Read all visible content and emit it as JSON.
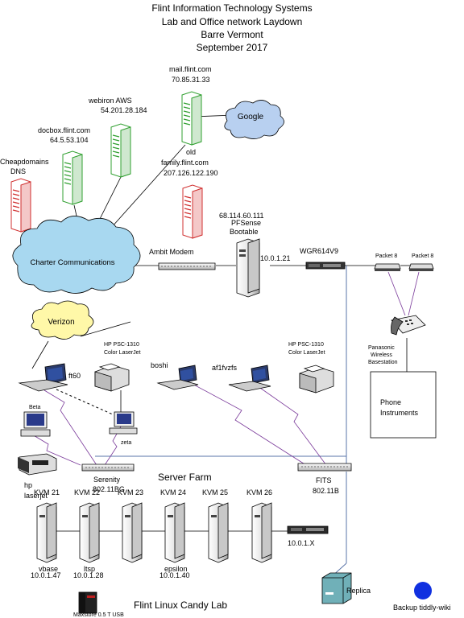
{
  "title": {
    "line1": "Flint Information Technology Systems",
    "line2": "Lab and Office network  Laydown",
    "line3": "Barre Vermont",
    "line4": "September 2017"
  },
  "clouds": {
    "google": "Google",
    "charter": "Charter Communications",
    "verizon": "Verizon"
  },
  "servers": {
    "cheapdomains": {
      "name": "Cheapdomains",
      "sub": "DNS",
      "color": "#d03030"
    },
    "docbox": {
      "name": "docbox.flint.com",
      "ip": "64.5.53.104",
      "color": "#30a030"
    },
    "webiron": {
      "name": "webiron AWS",
      "ip": "54.201.28.184",
      "color": "#30a030"
    },
    "mail": {
      "name": "mail.flint.com",
      "ip": "70.85.31.33",
      "color": "#30a030"
    },
    "family": {
      "name1": "old",
      "name2": "family.flint.com",
      "ip": "207.126.122.190",
      "color": "#d03030"
    }
  },
  "pfsense": {
    "ip_public": "68.114.60.111",
    "name1": "PFSense",
    "name2": "Bootable",
    "ip_lan": "10.0.1.21"
  },
  "modem": "Ambit Modem",
  "wgr": "WGR614V9",
  "packet8_a": "Packet 8",
  "packet8_b": "Packet 8",
  "phone": {
    "line1": "Panasonic",
    "line2": "Wireless",
    "line3": "Basestation"
  },
  "phone_box": {
    "line1": "Phone",
    "line2": "Instruments"
  },
  "printers": {
    "left": {
      "line1": "HP PSC-1310",
      "line2": "Color LaserJet"
    },
    "right": {
      "line1": "HP PSC-1310",
      "line2": "Color LaserJet"
    }
  },
  "laptops": {
    "ft60": "ft60",
    "boshi": "boshi",
    "af1fvzfs": "af1fvzfs"
  },
  "workstations": {
    "beta": "Beta",
    "zeta": "zeta"
  },
  "hp_laserjet": {
    "line1": "hp",
    "line2": "laserjet"
  },
  "serenity": {
    "line1": "Serenity",
    "line2": "802.11BG"
  },
  "fits": {
    "line1": "FITS",
    "line2": "802.11B"
  },
  "server_farm": "Server Farm",
  "kvm": [
    "KVM 21",
    "KVM 22",
    "KVM 23",
    "KVM 24",
    "KVM 25",
    "KVM 26"
  ],
  "farm_labels": {
    "vbase": "vbase",
    "vbase_ip": "10.0.1.47",
    "ltsp": "ltsp",
    "ltsp_ip": "10.0.1.28",
    "epsilon": "epsilon",
    "epsilon_ip": "10.0.1.40"
  },
  "switch_ip": "10.0.1.X",
  "maxstore": "Maxstore 0.5 T USB",
  "candy_lab": "Flint Linux Candy Lab",
  "replica": "Replica",
  "backup": "Backup tiddly-wiki",
  "colors": {
    "cloud": "#a8d8f0",
    "cloud_yellow": "#fff8a8",
    "google": "#b8d0f0",
    "backup_dot": "#1030e0",
    "replica": "#70b0b8"
  }
}
